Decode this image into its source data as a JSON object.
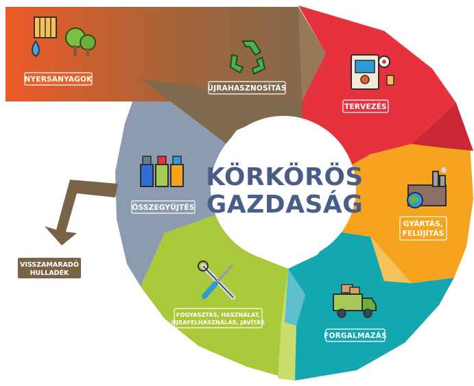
{
  "center": {
    "line1": "KÖRKÖRÖS",
    "line2": "GAZDASÁG"
  },
  "stages": {
    "nyersanyagok": "NYERSANYAGOK",
    "ujrahasznositas": "ÚJRAHASZNOSÍTÁS",
    "tervezes": "TERVEZÉS",
    "gyartas_line1": "GYÁRTÁS,",
    "gyartas_line2": "FELÚJÍTÁS",
    "forgalmazas": "FORGALMAZÁS",
    "fogyasztas_line1": "FOGYASZTÁS, HASZNÁLAT,",
    "fogyasztas_line2": "ÚJRAFELHASZNÁLÁS, JAVÍTÁS",
    "osszegyujtes": "ÖSSZEGYŰJTÉS",
    "visszamarado_line1": "VISSZAMARADÓ",
    "visszamarado_line2": "HULLADÉK"
  },
  "colors": {
    "nyersanyagok": "#e8622b",
    "ujrahasznositas": "#8a6c49",
    "tervezes": "#e6323f",
    "gyartas": "#f6a31e",
    "forgalmazas": "#15a7b0",
    "fogyasztas": "#a9c93a",
    "osszegyujtes": "#8d9bb0",
    "center_text": "#4a5d86",
    "waste": "#7a6448"
  },
  "icons": [
    "wheat-water-trees-icon",
    "recycle-icon",
    "planning-clipboard-icon",
    "factory-globe-icon",
    "delivery-truck-icon",
    "wrench-screwdriver-icon",
    "recycling-bins-icon"
  ]
}
